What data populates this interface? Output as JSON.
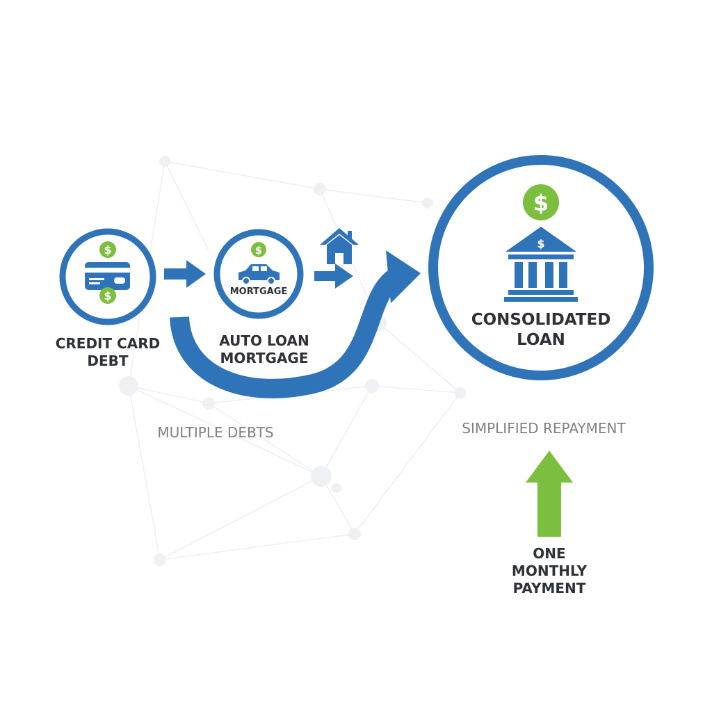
{
  "colors": {
    "primary_blue": "#2f73b8",
    "accent_green": "#7cbf3f",
    "text_dark": "#2e3236",
    "text_gray": "#7d8186",
    "network_lines": "#eceef1"
  },
  "debts": {
    "credit_card": {
      "icon": "credit-card-icon",
      "label_line1": "CREDIT CARD",
      "label_line2": "DEBT"
    },
    "auto_loan": {
      "icon": "car-icon",
      "inner_text": "MORTGAGE",
      "label_line1": "AUTO LOAN",
      "label_line2": "MORTGAGE"
    },
    "mortgage_icon": "house-icon",
    "group_label": "MULTIPLE DEBTS"
  },
  "consolidated": {
    "icon": "bank-icon",
    "label_line1": "CONSOLIDATED",
    "label_line2": "LOAN",
    "caption": "SIMPLIFIED REPAYMENT"
  },
  "payment": {
    "icon": "up-arrow-icon",
    "label_line1": "ONE",
    "label_line2": "MONTHLY",
    "label_line3": "PAYMENT"
  },
  "dollar_sign": "$"
}
